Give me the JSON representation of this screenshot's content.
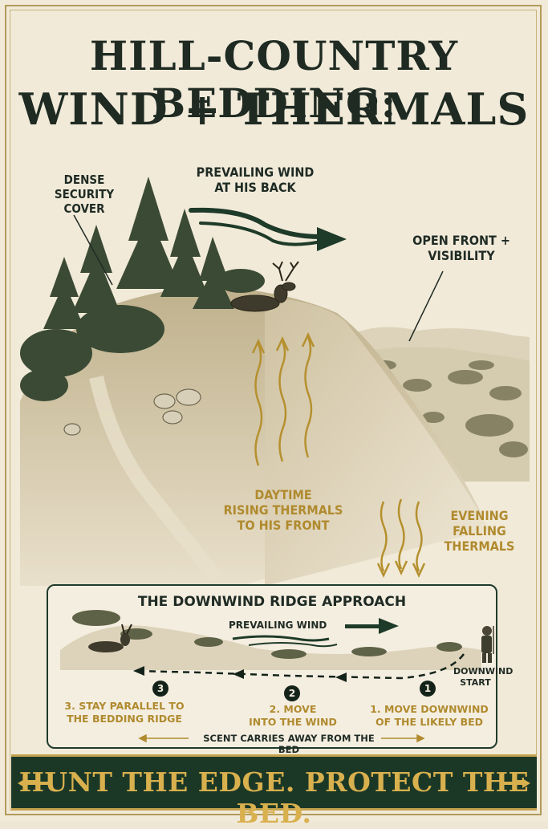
{
  "title": {
    "line1": "HILL-COUNTRY BEDDING:",
    "line2": "WIND + THERMALS"
  },
  "labels": {
    "cover": [
      "DENSE",
      "SECURITY COVER"
    ],
    "wind": [
      "PREVAILING WIND",
      "AT HIS BACK"
    ],
    "front": [
      "OPEN FRONT +",
      "VISIBILITY"
    ],
    "daytime": [
      "DAYTIME",
      "RISING THERMALS",
      "TO HIS FRONT"
    ],
    "evening": [
      "EVENING",
      "FALLING",
      "THERMALS"
    ]
  },
  "panel": {
    "title": "THE DOWNWIND RIDGE APPROACH",
    "wind_label": "PREVAILING WIND",
    "start_label": [
      "DOWNWIND",
      "START"
    ],
    "steps": [
      {
        "num": "3",
        "lines": [
          "3. STAY PARALLEL TO",
          "THE BEDDING RIDGE"
        ]
      },
      {
        "num": "2",
        "lines": [
          "2. MOVE",
          "INTO THE WIND"
        ]
      },
      {
        "num": "1",
        "lines": [
          "1. MOVE DOWNWIND",
          "OF THE LIKELY BED"
        ]
      }
    ],
    "scent_note": "SCENT CARRIES AWAY FROM THE BED"
  },
  "banner": {
    "text": "HUNT THE EDGE. PROTECT THE BED."
  },
  "colors": {
    "ink": "#1f2b24",
    "forest": "#1b3826",
    "gold": "#b08a2e",
    "paper": "#f1ead9"
  }
}
